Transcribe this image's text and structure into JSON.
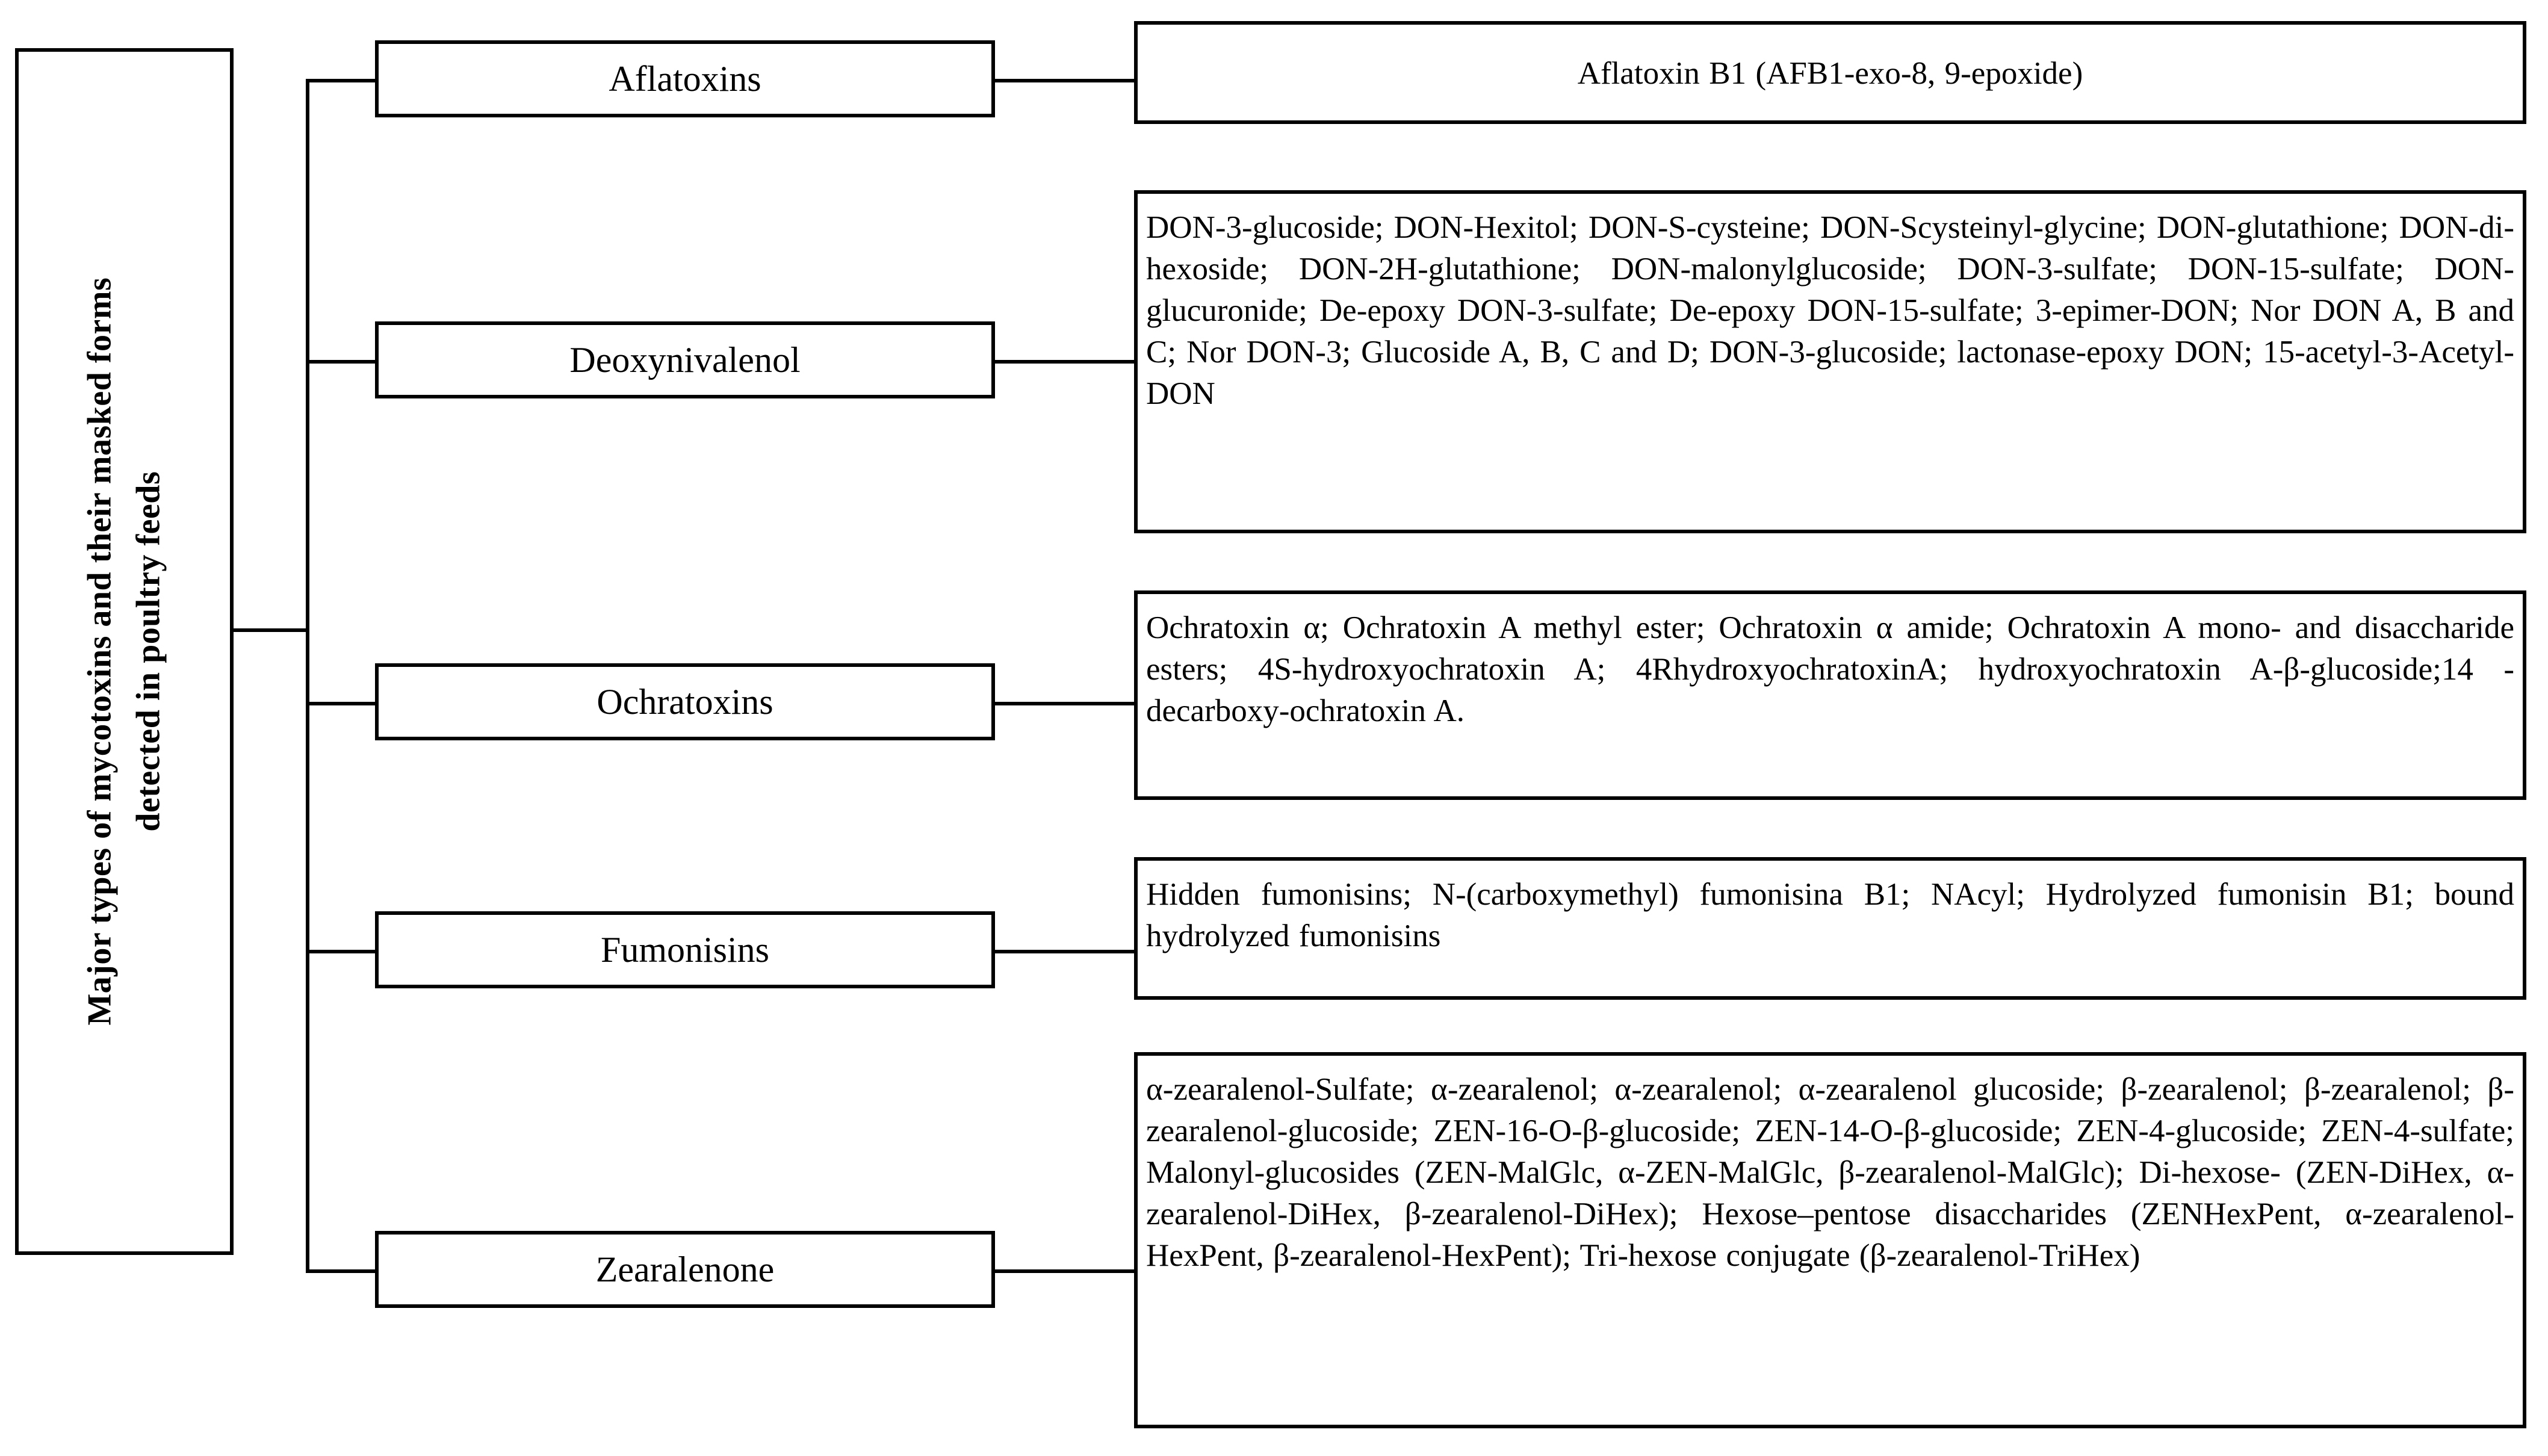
{
  "diagram": {
    "type": "tree-diagram",
    "root": {
      "line1": "Major types of mycotoxins and their masked forms",
      "line2": "detected  in poultry feeds"
    },
    "branches": [
      {
        "category": "Aflatoxins",
        "masked_forms": "Aflatoxin B1 (AFB1-exo-8, 9-epoxide)"
      },
      {
        "category": "Deoxynivalenol",
        "masked_forms": "DON-3-glucoside; DON-Hexitol; DON-S-cysteine; DON-Scysteinyl-glycine; DON-glutathione; DON-di-hexoside; DON-2H-glutathione; DON-malonylglucoside; DON-3-sulfate; DON-15-sulfate; DON-glucuronide; De-epoxy DON-3-sulfate; De-epoxy DON-15-sulfate; 3-epimer-DON; Nor DON A, B and C; Nor DON-3; Glucoside A, B, C and D; DON-3-glucoside; lactonase-epoxy DON; 15-acetyl-3-Acetyl-DON"
      },
      {
        "category": "Ochratoxins",
        "masked_forms": "Ochratoxin α; Ochratoxin A methyl ester;  Ochratoxin α amide; Ochratoxin A mono- and disaccharide esters; 4S-hydroxyochratoxin A; 4RhydroxyochratoxinA; hydroxyochratoxin A-β-glucoside;14 -decarboxy-ochratoxin A."
      },
      {
        "category": "Fumonisins",
        "masked_forms": "Hidden fumonisins; N-(carboxymethyl) fumonisina B1; NAcyl; Hydrolyzed fumonisin B1; bound hydrolyzed fumonisins"
      },
      {
        "category": "Zearalenone",
        "masked_forms": "α-zearalenol-Sulfate; α-zearalenol; α-zearalenol; α-zearalenol glucoside; β-zearalenol; β-zearalenol; β-zearalenol-glucoside; ZEN-16-O-β-glucoside; ZEN-14-O-β-glucoside; ZEN-4-glucoside; ZEN-4-sulfate; Malonyl-glucosides (ZEN-MalGlc, α-ZEN-MalGlc, β-zearalenol-MalGlc); Di-hexose- (ZEN-DiHex, α-zearalenol-DiHex, β-zearalenol-DiHex); Hexose–pentose disaccharides (ZENHexPent, α-zearalenol-HexPent, β-zearalenol-HexPent); Tri-hexose conjugate (β-zearalenol-TriHex)"
      }
    ],
    "colors": {
      "stroke": "#000000",
      "background": "#ffffff",
      "text": "#000000"
    }
  }
}
